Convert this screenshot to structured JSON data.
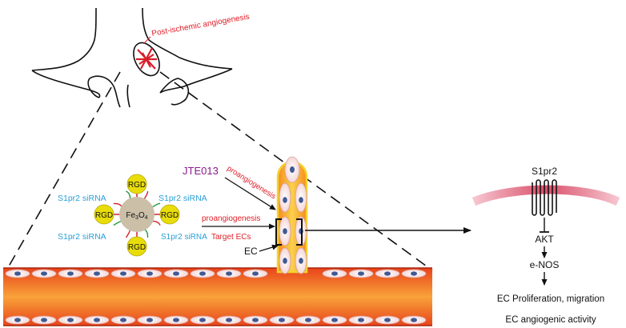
{
  "brain": {
    "label": "Post-ischemic angiogenesis"
  },
  "nanoparticle": {
    "core_label": "Fe",
    "core_sub1": "3",
    "core_mid": "O",
    "core_sub2": "4",
    "ligand_label": "RGD",
    "sirna_label": "S1pr2 siRNA"
  },
  "drug": {
    "name": "JTE013",
    "effect": "proangiogenesis"
  },
  "targeting": {
    "effect": "proangiogenesis",
    "target": "Target ECs"
  },
  "vessel": {
    "ec_label": "EC"
  },
  "pathway": {
    "receptor": "S1pr2",
    "node1": "AKT",
    "node2": "e-NOS",
    "outcome1": "EC Proliferation, migration",
    "outcome2": "EC angiogenic activity"
  },
  "colors": {
    "red_text": "#e0202a",
    "purple_text": "#8b1a8b",
    "blue_text": "#2a9fd8",
    "rgd_fill": "#e8dc0a",
    "core_fill": "#cbbfa8",
    "vessel_orange": "#f26a1b",
    "membrane_pink": "#e0607a"
  }
}
